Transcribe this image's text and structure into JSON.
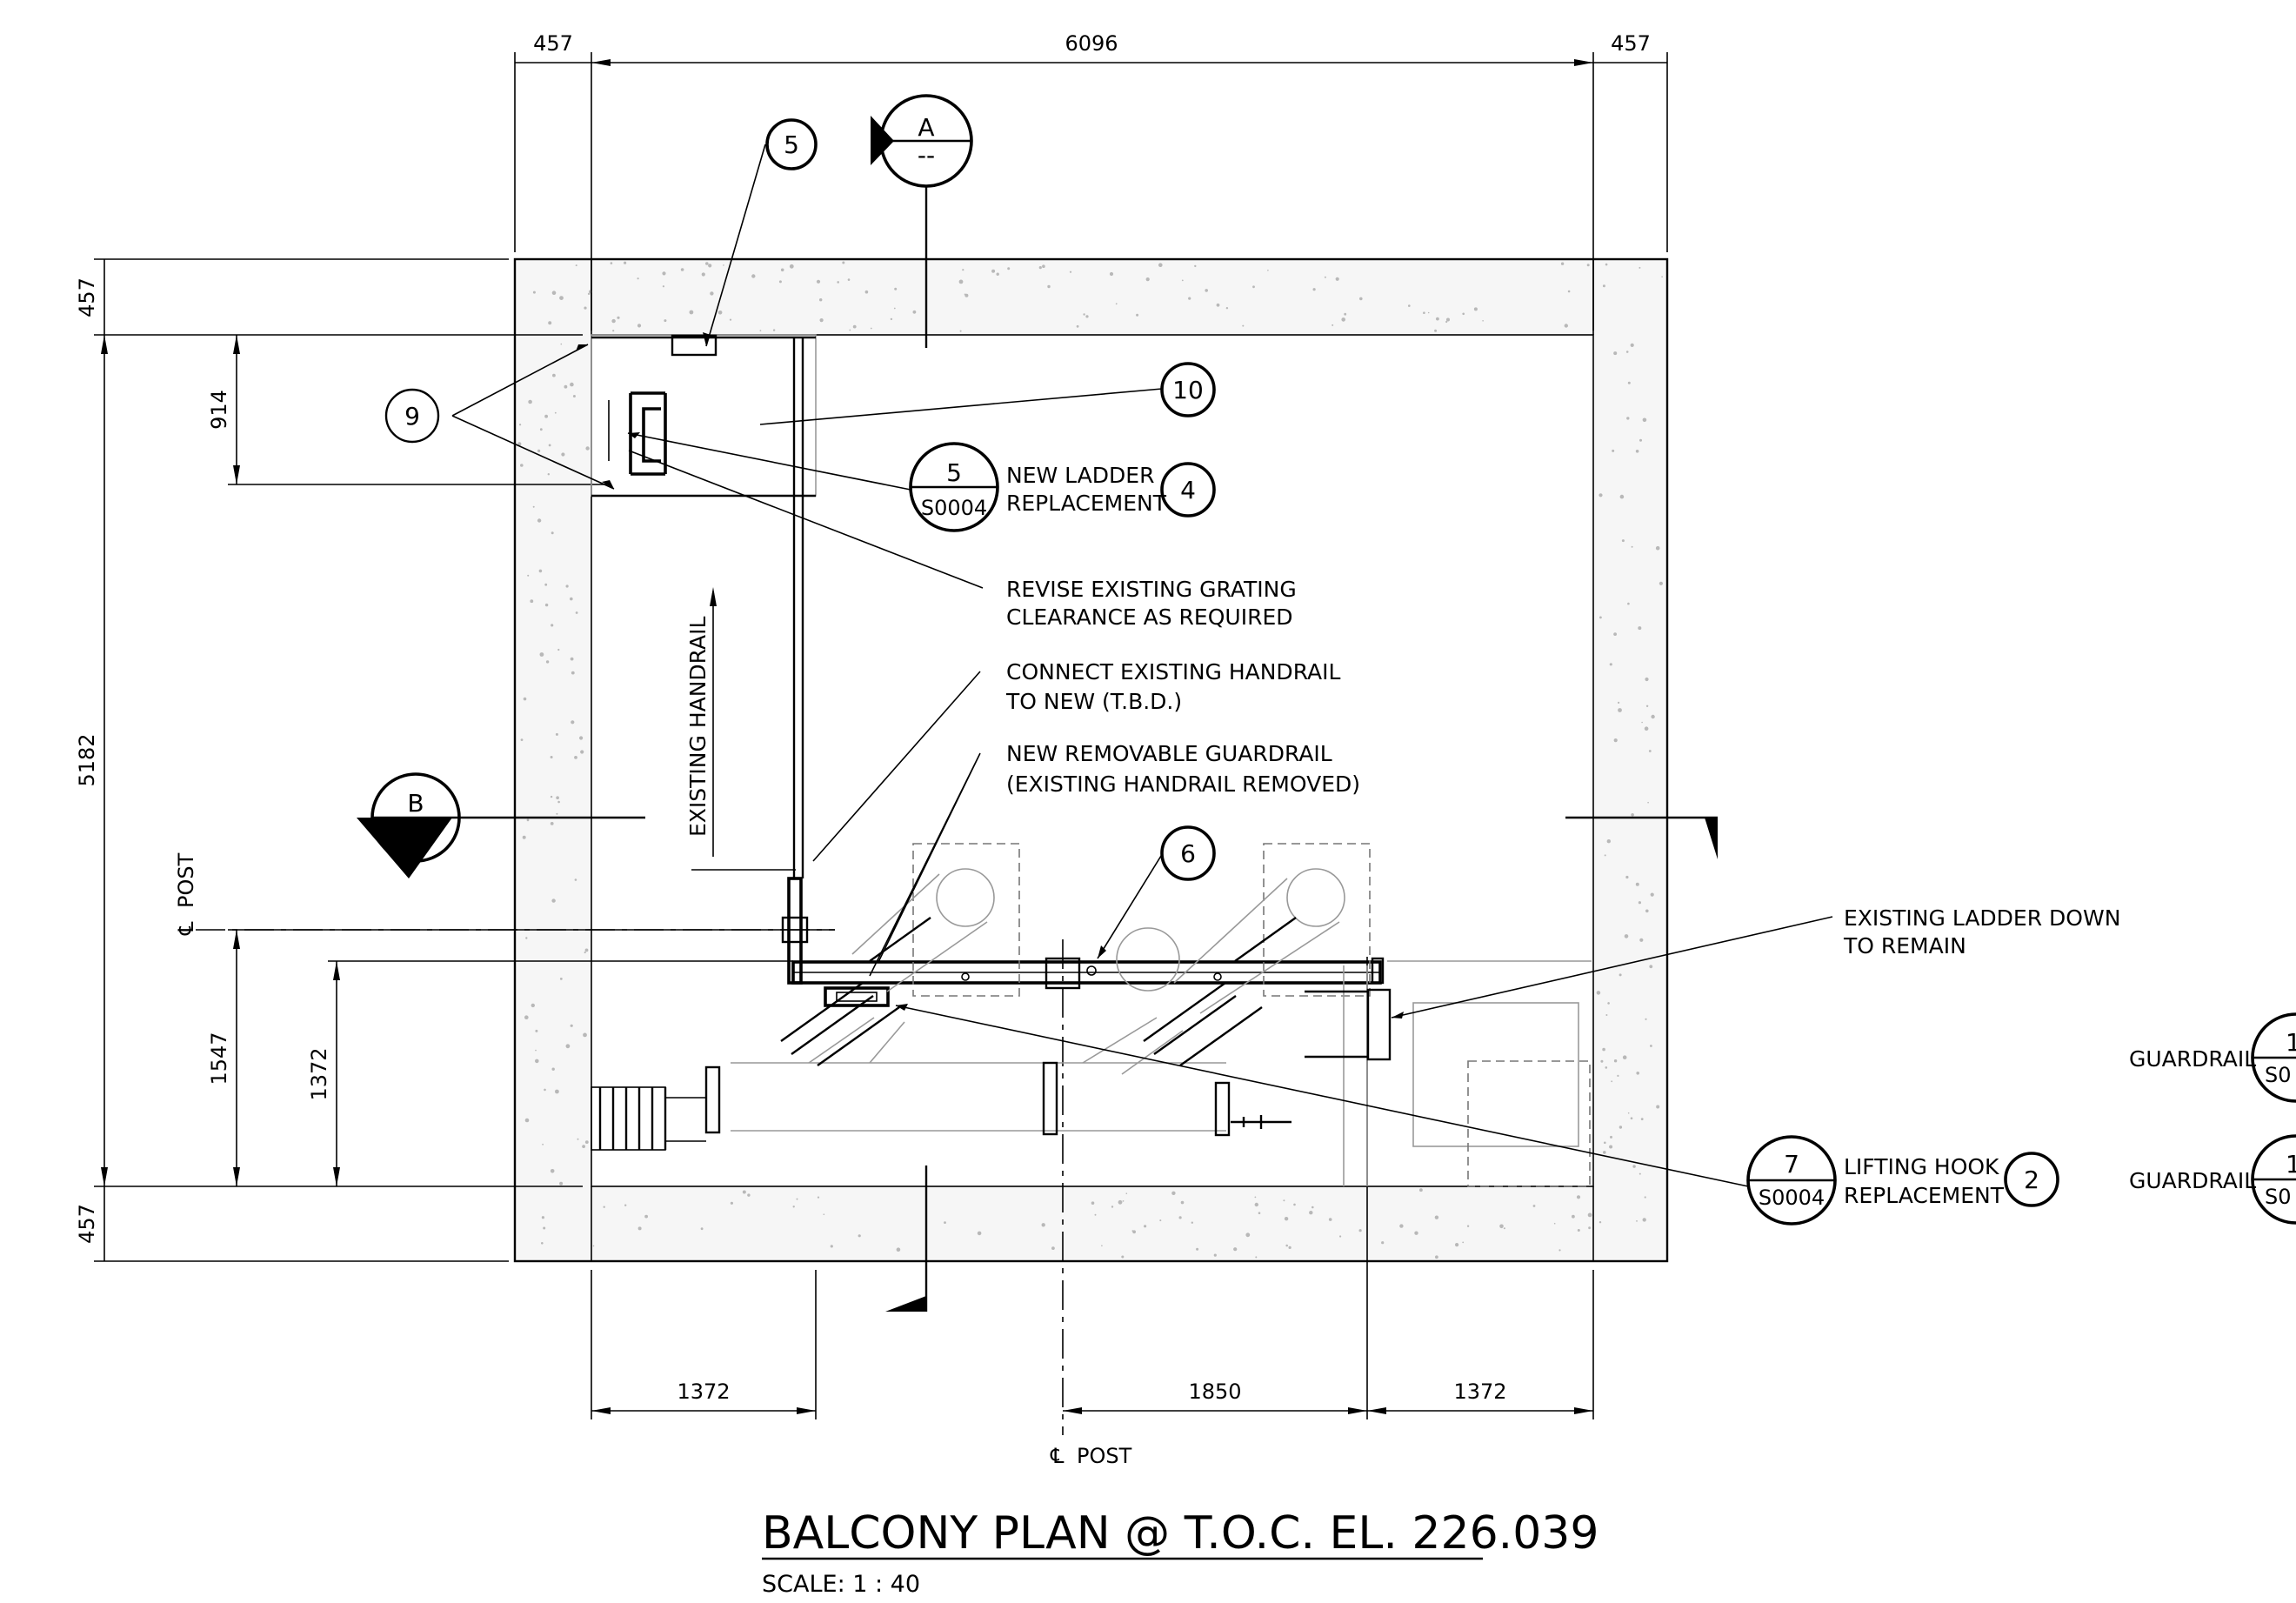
{
  "drawing": {
    "title": "BALCONY PLAN @ T.O.C. EL. 226.039",
    "scale": "SCALE: 1 : 40"
  },
  "dimensions": {
    "top_left": "457",
    "top_middle": "6096",
    "top_right": "457",
    "left_top": "457",
    "left_overall": "5182",
    "left_bottom": "457",
    "inner_914": "914",
    "inner_1547": "1547",
    "inner_1372": "1372",
    "bottom_left": "1372",
    "bottom_middle": "1850",
    "bottom_right": "1372"
  },
  "section_markers": [
    {
      "letter": "A",
      "sheet": "--"
    },
    {
      "letter": "B",
      "sheet": "--"
    }
  ],
  "callouts": {
    "c5": "5",
    "c9": "9",
    "c10": "10",
    "c4": "4",
    "c6": "6",
    "c2": "2",
    "detail_ladder": {
      "number": "5",
      "sheet": "S0004"
    },
    "detail_hook": {
      "number": "7",
      "sheet": "S0004"
    },
    "detail_guardrail_1": {
      "number": "1",
      "sheet": "S0"
    },
    "detail_guardrail_2": {
      "number": "1",
      "sheet": "S0"
    }
  },
  "notes": {
    "ladder_line1": "NEW LADDER",
    "ladder_line2": "REPLACEMENT",
    "grating_line1": "REVISE EXISTING GRATING",
    "grating_line2": "CLEARANCE AS REQUIRED",
    "handrail_line1": "CONNECT EXISTING HANDRAIL",
    "handrail_line2": "TO NEW (T.B.D.)",
    "guardrail_line1": "NEW REMOVABLE GUARDRAIL",
    "guardrail_line2": "(EXISTING HANDRAIL REMOVED)",
    "existing_handrail": "EXISTING HANDRAIL",
    "ladder_down_line1": "EXISTING LADDER DOWN",
    "ladder_down_line2": "TO REMAIN",
    "hook_line1": "LIFTING HOOK",
    "hook_line2": "REPLACEMENT",
    "guardrail_a": "GUARDRAIL",
    "guardrail_b": "GUARDRAIL",
    "cl_post_left": "POST",
    "cl_post_bottom": "POST",
    "cl_symbol": "℄"
  }
}
